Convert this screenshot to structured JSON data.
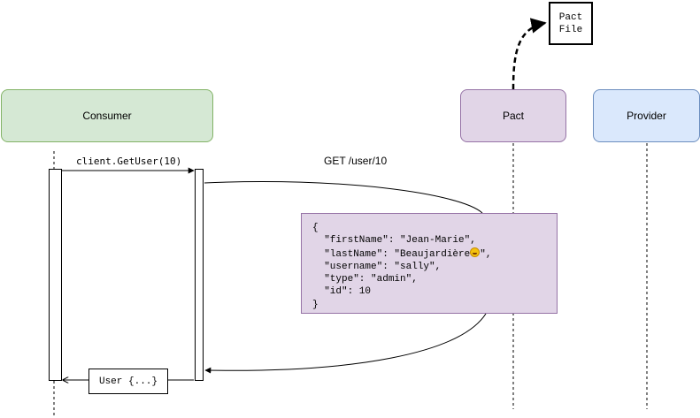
{
  "participants": {
    "consumer": "Consumer",
    "pact": "Pact",
    "provider": "Provider"
  },
  "pact_file": {
    "line1": "Pact",
    "line2": "File"
  },
  "messages": {
    "call": "client.GetUser(10)",
    "request": "GET /user/10",
    "response": "User {...}"
  },
  "json_body": {
    "lines": [
      "{",
      "  \"firstName\": \"Jean-Marie\",",
      "  \"lastName\": \"Beaujardière",
      "  \"username\": \"sally\",",
      "  \"type\": \"admin\",",
      "  \"id\": 10",
      "}"
    ],
    "lastname_suffix": "\","
  },
  "icons": {
    "emoji": "grinning-face-icon"
  },
  "colors": {
    "consumer_fill": "#d5e8d4",
    "consumer_stroke": "#82b366",
    "pact_fill": "#e1d5e7",
    "pact_stroke": "#9673a6",
    "provider_fill": "#dae8fc",
    "provider_stroke": "#6c8ebf"
  }
}
